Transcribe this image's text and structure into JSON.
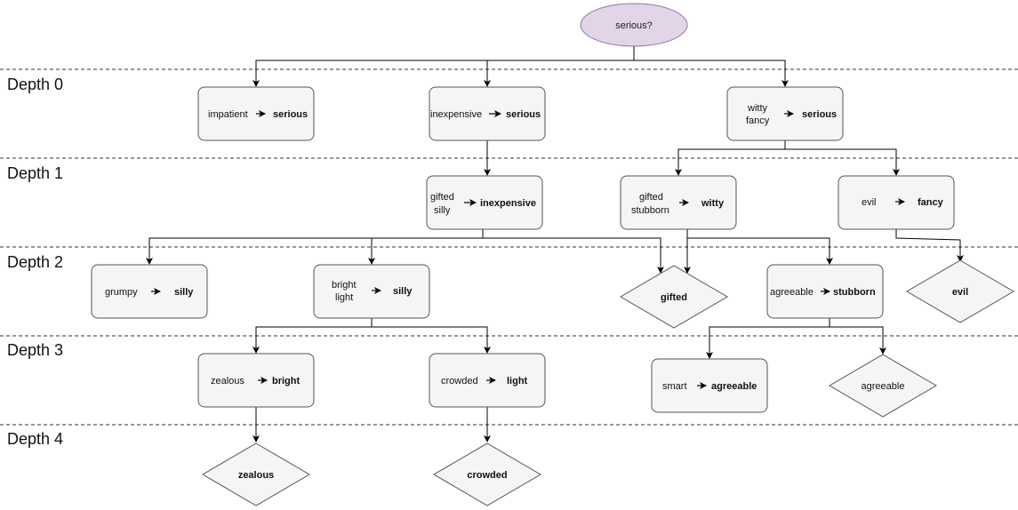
{
  "root": {
    "label": "serious?"
  },
  "depth_labels": [
    "Depth 0",
    "Depth 1",
    "Depth 2",
    "Depth 3",
    "Depth 4"
  ],
  "rules": {
    "impatient_serious": {
      "premise": [
        "impatient"
      ],
      "conclusion": "serious"
    },
    "inexpensive_serious": {
      "premise": [
        "inexpensive"
      ],
      "conclusion": "serious"
    },
    "witty_fancy_serious": {
      "premise": [
        "witty",
        "fancy"
      ],
      "conclusion": "serious"
    },
    "gifted_silly_inexpensive": {
      "premise": [
        "gifted",
        "silly"
      ],
      "conclusion": "inexpensive"
    },
    "gifted_stubborn_witty": {
      "premise": [
        "gifted",
        "stubborn"
      ],
      "conclusion": "witty"
    },
    "evil_fancy": {
      "premise": [
        "evil"
      ],
      "conclusion": "fancy"
    },
    "grumpy_silly": {
      "premise": [
        "grumpy"
      ],
      "conclusion": "silly"
    },
    "bright_light_silly": {
      "premise": [
        "bright",
        "light"
      ],
      "conclusion": "silly"
    },
    "agreeable_stubborn": {
      "premise": [
        "agreeable"
      ],
      "conclusion": "stubborn"
    },
    "zealous_bright": {
      "premise": [
        "zealous"
      ],
      "conclusion": "bright"
    },
    "crowded_light": {
      "premise": [
        "crowded"
      ],
      "conclusion": "light"
    },
    "smart_agreeable": {
      "premise": [
        "smart"
      ],
      "conclusion": "agreeable"
    }
  },
  "facts": {
    "gifted": "gifted",
    "evil": "evil",
    "agreeable": "agreeable",
    "zealous": "zealous",
    "crowded": "crowded"
  }
}
